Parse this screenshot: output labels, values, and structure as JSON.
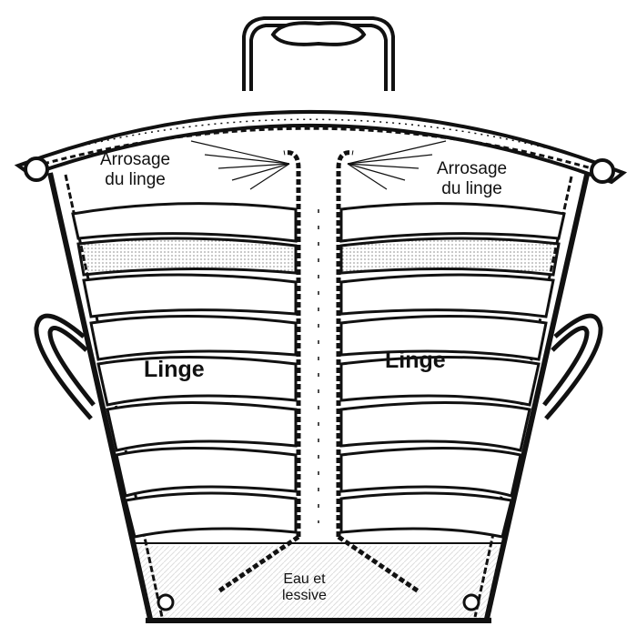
{
  "labels": {
    "spray_left": {
      "line1": "Arrosage",
      "line2": "du linge"
    },
    "spray_right": {
      "line1": "Arrosage",
      "line2": "du linge"
    },
    "laundry_left": "Linge",
    "laundry_right": "Linge",
    "water": {
      "line1": "Eau et",
      "line2": "lessive"
    }
  }
}
